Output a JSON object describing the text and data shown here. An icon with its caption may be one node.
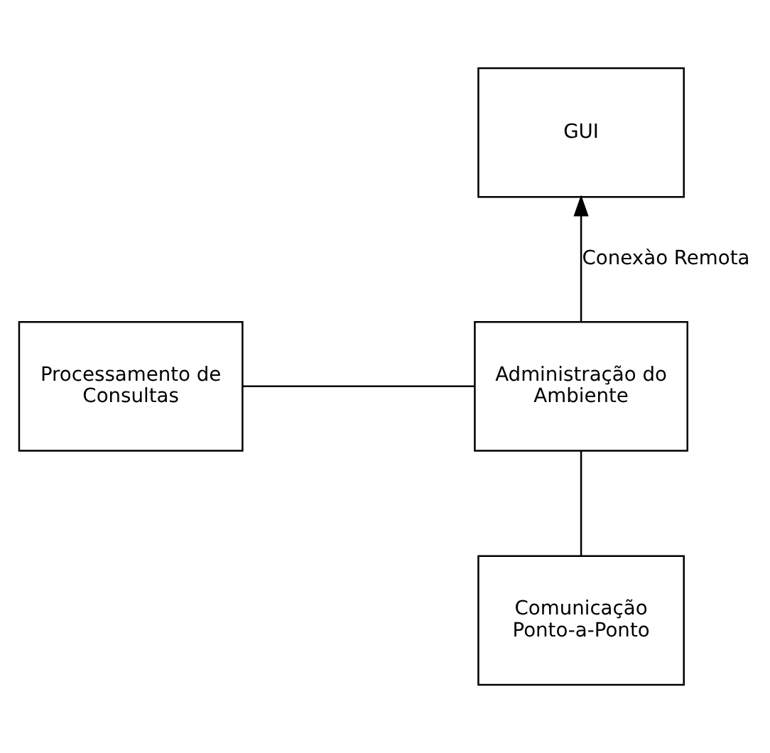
{
  "diagram": {
    "nodes": [
      {
        "text": [
          "GUI"
        ]
      },
      {
        "text": [
          "Processamento de Consultas"
        ]
      },
      {
        "text": [
          "Administração do Ambiente"
        ]
      },
      {
        "text": [
          "Comunicação Ponto-a-Ponto"
        ]
      }
    ],
    "edges": [
      {
        "from": 2,
        "to": 0,
        "arrow": "to",
        "label": "Conexào Remota"
      },
      {
        "from": 1,
        "to": 2,
        "arrow": "none"
      },
      {
        "from": 2,
        "to": 3,
        "arrow": "none"
      }
    ]
  }
}
